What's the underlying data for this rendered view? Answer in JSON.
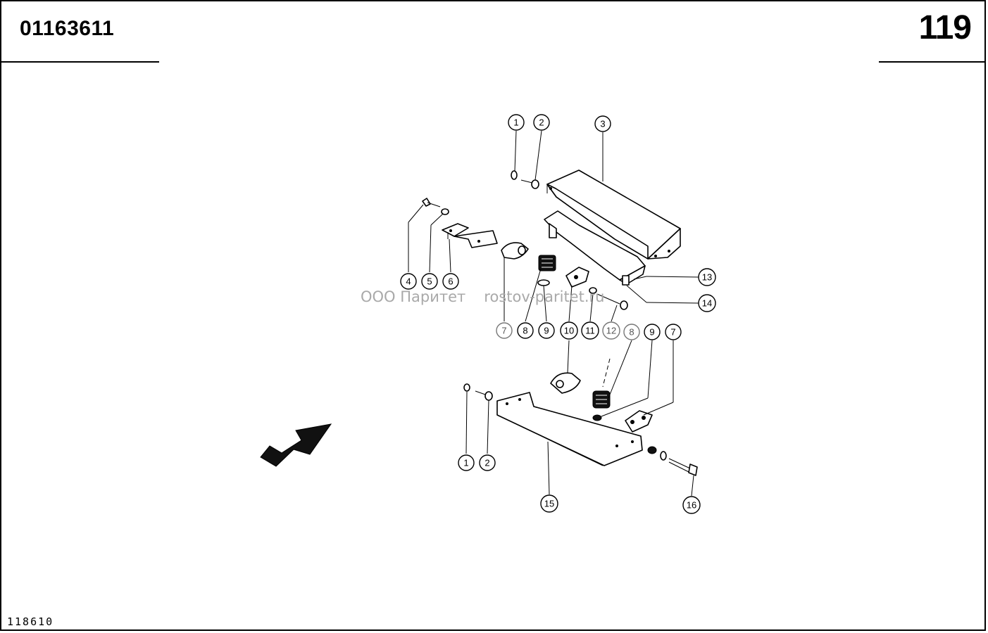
{
  "header": {
    "part_number": "01163611",
    "page_number": "119"
  },
  "footer": {
    "drawing_ref": "118610"
  },
  "watermark": {
    "company": "ООО Паритет",
    "site": "rostov-paritet.ru"
  },
  "callouts": {
    "c_top_1": "1",
    "c_top_2": "2",
    "c_top_3": "3",
    "c_left_4": "4",
    "c_left_5": "5",
    "c_left_6": "6",
    "c_mid_7": "7",
    "c_mid_8": "8",
    "c_mid_9": "9",
    "c_mid_10": "10",
    "c_mid_11": "11",
    "c_mid_12": "12",
    "c_right_8": "8",
    "c_right_9": "9",
    "c_right_7": "7",
    "c_13": "13",
    "c_14": "14",
    "c_bot_1": "1",
    "c_bot_2": "2",
    "c_15": "15",
    "c_16": "16"
  },
  "icons": {
    "direction_arrow": "arrow-up-right-icon"
  }
}
